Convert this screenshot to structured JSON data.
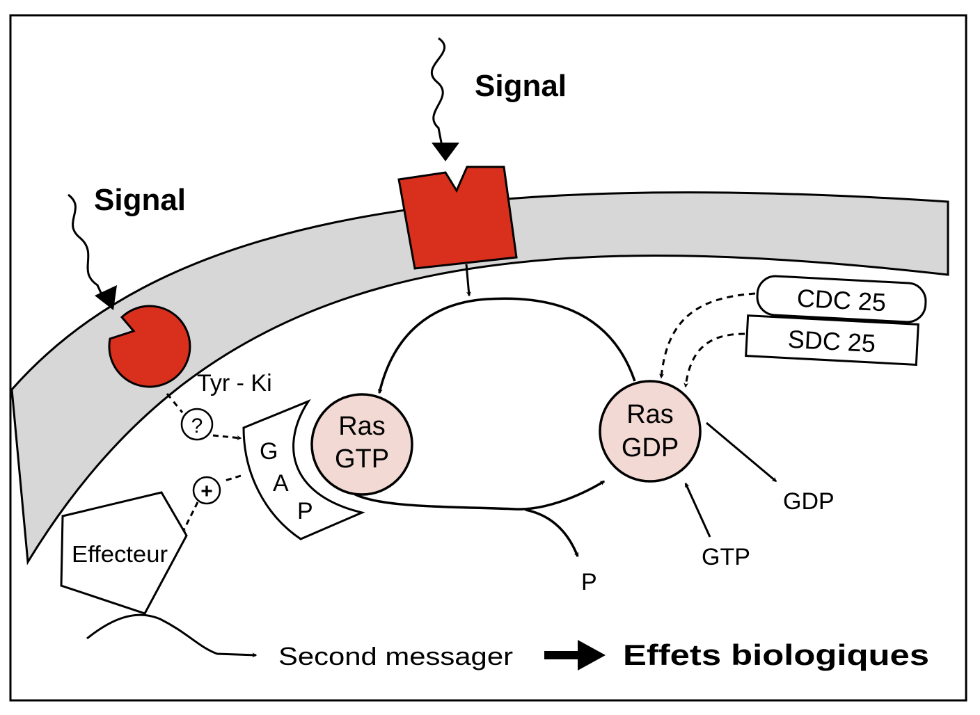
{
  "labels": {
    "signal_left": "Signal",
    "signal_top": "Signal",
    "tyr_ki": "Tyr - Ki",
    "question": "?",
    "plus": "+",
    "gap_g": "G",
    "gap_a": "A",
    "gap_p": "P",
    "ras_gtp_line1": "Ras",
    "ras_gtp_line2": "GTP",
    "ras_gdp_line1": "Ras",
    "ras_gdp_line2": "GDP",
    "cdc25": "CDC 25",
    "sdc25": "SDC 25",
    "gdp_out": "GDP",
    "gtp_in": "GTP",
    "phosphate": "P",
    "effecteur": "Effecteur",
    "second_messager": "Second messager",
    "effets": "Effets biologiques"
  },
  "colors": {
    "receptor_red": "#d9301e",
    "membrane_gray": "#d7d7d7",
    "ras_pink": "#f3d9d3",
    "stroke": "#000000"
  }
}
